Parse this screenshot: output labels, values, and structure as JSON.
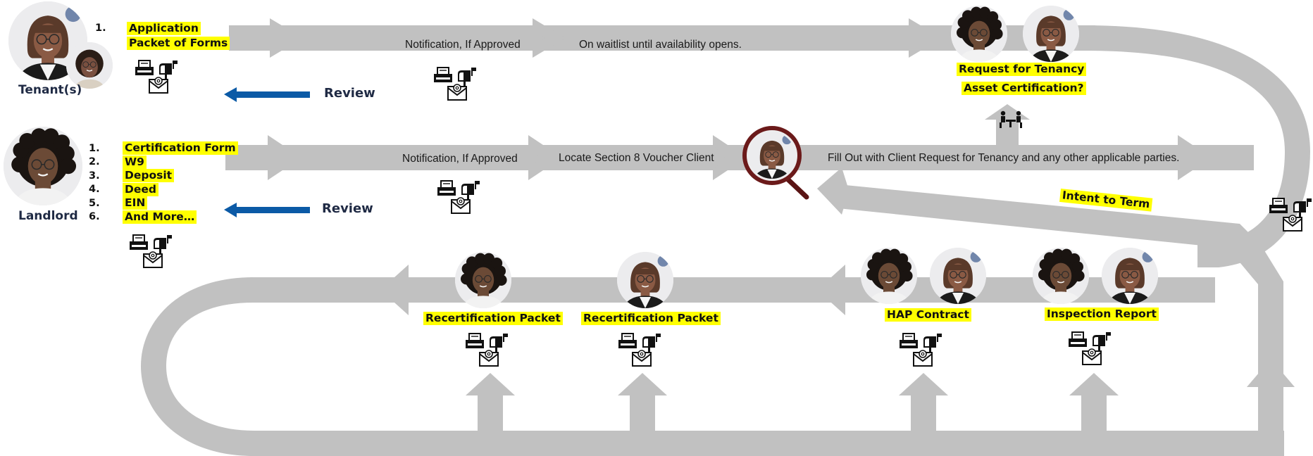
{
  "tenant": {
    "role_label": "Tenant(s)",
    "items": [
      {
        "num": "1.",
        "text_line1": "Application",
        "text_line2": "Packet of Forms"
      }
    ],
    "review_label": "Review"
  },
  "landlord": {
    "role_label": "Landlord",
    "items": [
      {
        "num": "1.",
        "text": "Certification Form"
      },
      {
        "num": "2.",
        "text": "W9"
      },
      {
        "num": "3.",
        "text": "Deposit"
      },
      {
        "num": "4.",
        "text": "Deed"
      },
      {
        "num": "5.",
        "text": "EIN"
      },
      {
        "num": "6.",
        "text": "And More…"
      }
    ],
    "review_label": "Review"
  },
  "top_row": {
    "notification": "Notification, If Approved",
    "waitlist": "On waitlist until availability opens."
  },
  "middle_row": {
    "notification": "Notification, If Approved",
    "locate": "Locate Section 8 Voucher Client",
    "fill_out": "Fill Out with Client Request for Tenancy and any other applicable parties."
  },
  "request": {
    "line1": "Request for Tenancy",
    "line2": "Asset Certification?"
  },
  "intent": "Intent to Term",
  "bottom_row": [
    {
      "label": "Recertification Packet",
      "party": "landlord"
    },
    {
      "label": "Recertification Packet",
      "party": "tenant"
    },
    {
      "label": "HAP Contract",
      "party": "both"
    },
    {
      "label": "Inspection Report",
      "party": "both"
    }
  ],
  "icon_names": [
    "fax-icon",
    "mailbox-icon",
    "email-icon",
    "magnifier-icon",
    "meeting-icon",
    "arrow-left-icon"
  ],
  "colors": {
    "path_gray": "#c0c0c0",
    "highlight": "#ffff00",
    "review_arrow": "#0b5aa6",
    "navy_text": "#1f2a44",
    "magnifier": "#6b1a1a"
  }
}
